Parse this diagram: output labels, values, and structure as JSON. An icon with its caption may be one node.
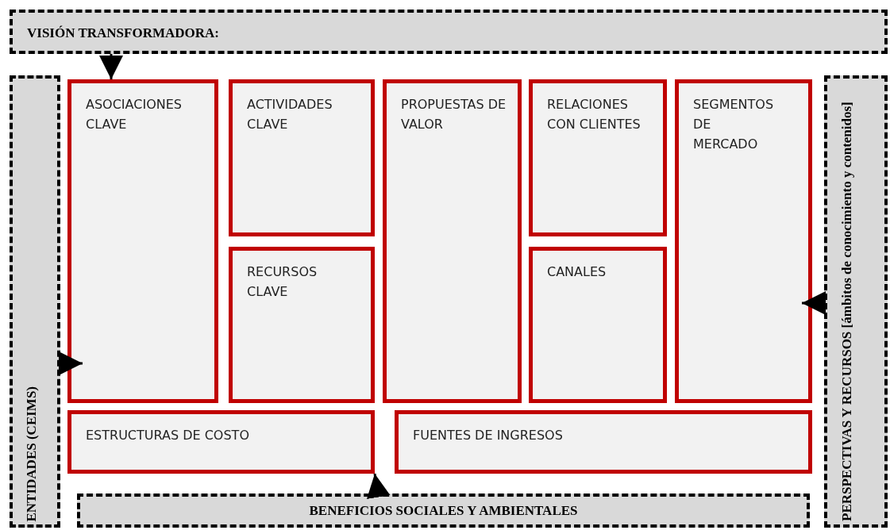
{
  "diagram": {
    "nodes": [
      {
        "text": [
          "VISIÓN TRANSFORMADORA:"
        ]
      },
      {
        "text": [
          "ENTIDADES (CEIMS)"
        ]
      },
      {
        "text": [
          "ASOCIACIONES CLAVE"
        ]
      },
      {
        "text": [
          "ACTIVIDADES CLAVE"
        ]
      },
      {
        "text": [
          "RECURSOS CLAVE"
        ]
      },
      {
        "text": [
          "PROPUESTAS DE VALOR"
        ]
      },
      {
        "text": [
          "RELACIONES CON CLIENTES"
        ]
      },
      {
        "text": [
          "CANALES"
        ]
      },
      {
        "text": [
          "SEGMENTOS DE MERCADO"
        ]
      },
      {
        "text": [
          "ESTRUCTURAS DE COSTO"
        ]
      },
      {
        "text": [
          "FUENTES DE INGRESOS"
        ]
      },
      {
        "text": [
          "PERSPECTIVAS  Y RECURSOS [ámbitos de conocimiento y contenidos]"
        ]
      },
      {
        "text": [
          "BENEFICIOS SOCIALES Y AMBIENTALES"
        ]
      }
    ],
    "edges": [
      {
        "from": 0,
        "to": 2,
        "arrow": "to"
      },
      {
        "from": 1,
        "to": 2,
        "arrow": "to"
      },
      {
        "from": 11,
        "to": 8,
        "arrow": "to"
      },
      {
        "from": 12,
        "to": 9,
        "arrow": "to"
      }
    ]
  }
}
